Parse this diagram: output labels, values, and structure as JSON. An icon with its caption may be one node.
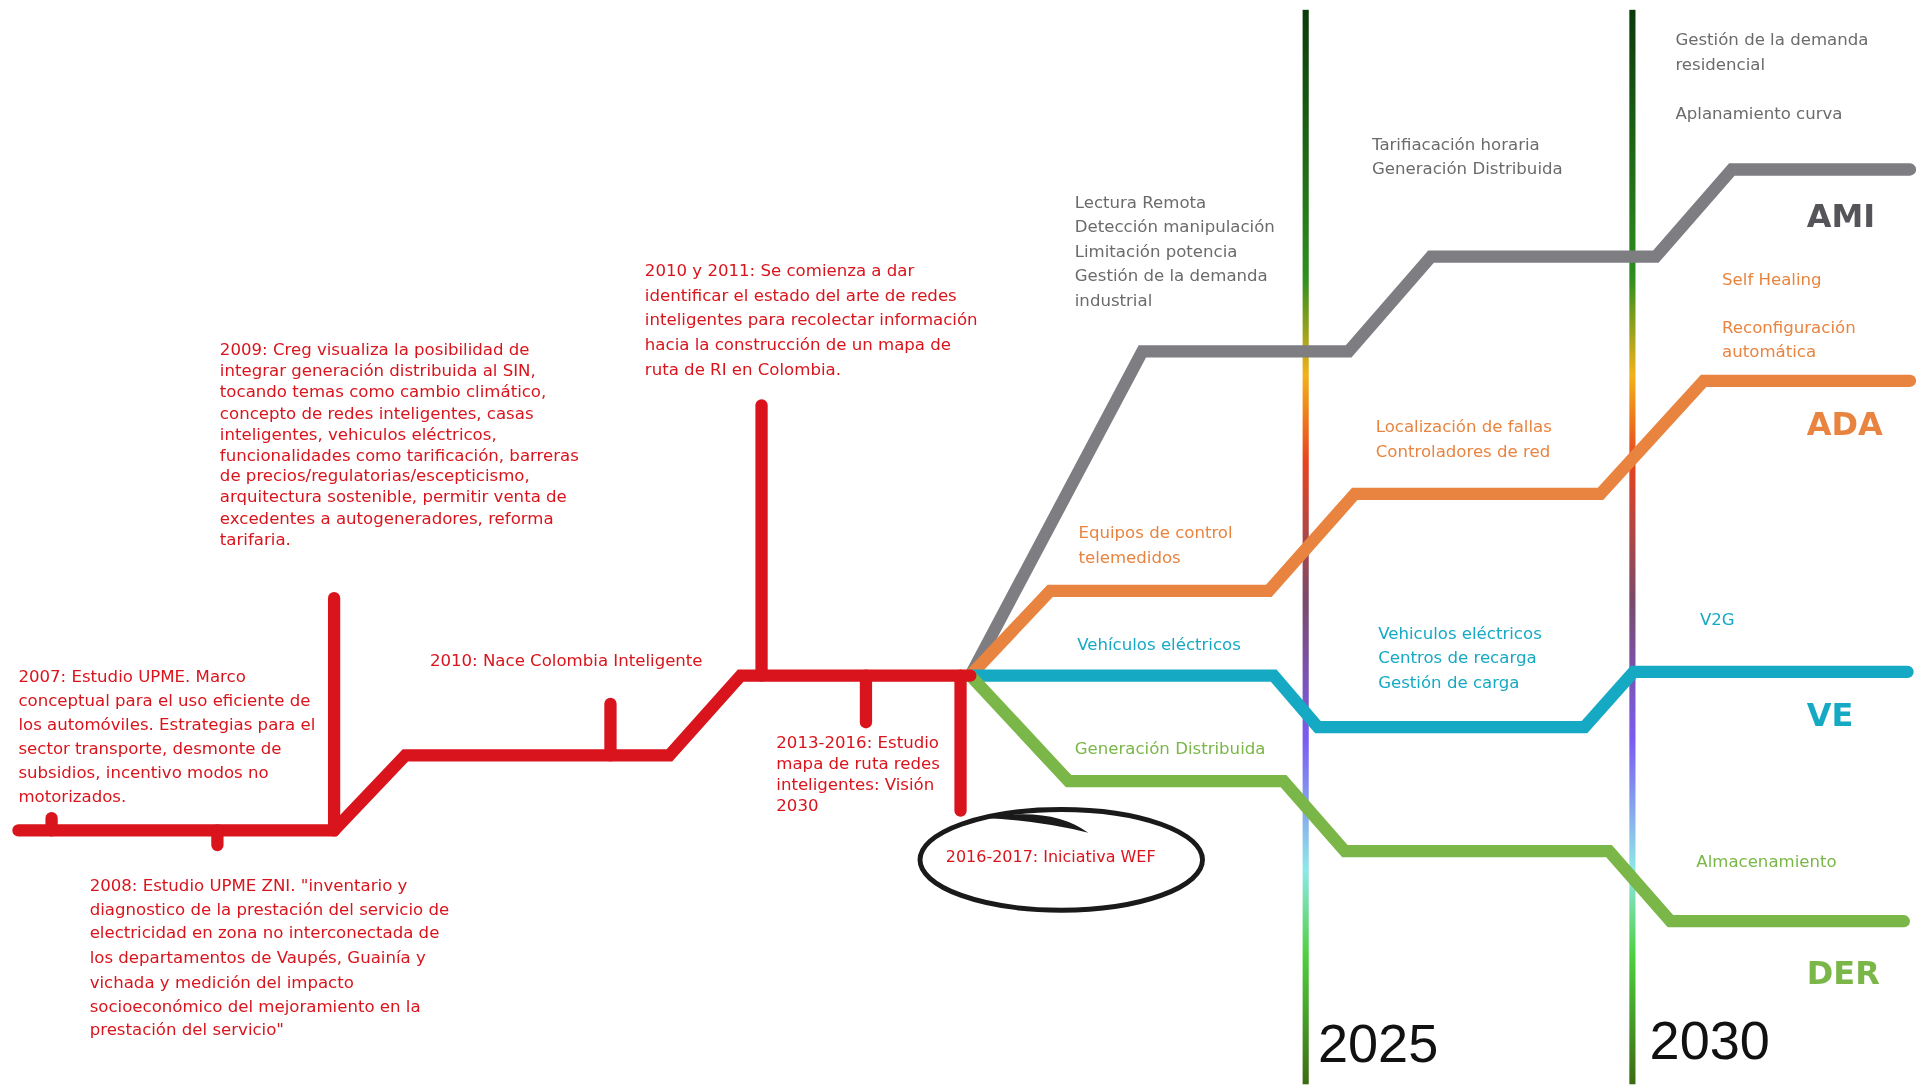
{
  "diagram": {
    "nodes": [
      {
        "text": [
          "2016-2017: Iniciativa WEF"
        ]
      }
    ],
    "labels": [
      "2007: Estudio UPME. Marco conceptual para el uso eficiente de los automóviles. Estrategias para el sector transporte, desmonte de subsidios, incentivo modos no motorizados.",
      "2008: Estudio UPME ZNI. \"inventario y diagnostico de la prestación del servicio de electricidad en zona no interconectada de los departamentos de Vaupés, Guainía y vichada y medición del impacto socioeconómico del mejoramiento en la prestación del servicio\"",
      "2009: Creg visualiza la posibilidad de integrar generación distribuida al SIN, tocando temas como cambio climático, concepto de redes inteligentes, casas inteligentes, vehiculos eléctricos, funcionalidades como tarificación, barreras de precios/regulatorias/escepticismo, arquitectura sostenible, permitir venta de excedentes a autogeneradores, reforma tarifaria.",
      "2010: Nace Colombia Inteligente",
      "2010 y 2011: Se comienza a dar identificar el estado del arte de redes inteligentes para recolectar información hacia la construcción de un mapa de ruta de RI en Colombia.",
      "2013-2016: Estudio mapa de ruta redes inteligentes: Visión 2030",
      "Gestión de la demanda residencial",
      "Aplanamiento curva",
      "Tarifiacación horaria",
      "Generación Distribuida",
      "Lectura Remota",
      "Detección manipulación",
      "Limitación potencia",
      "Gestión de la demanda industrial",
      "AMI",
      "Self Healing",
      "Reconfiguración automática",
      "ADA",
      "Localización de fallas",
      "Controladores de red",
      "Equipos de control telemedidos",
      "Vehículos eléctricos",
      "Vehiculos eléctricos",
      "Centros de recarga",
      "Gestión de carga",
      "V2G",
      "VE",
      "Generación Distribuida",
      "Almacenamiento",
      "DER",
      "2025",
      "2030"
    ]
  }
}
